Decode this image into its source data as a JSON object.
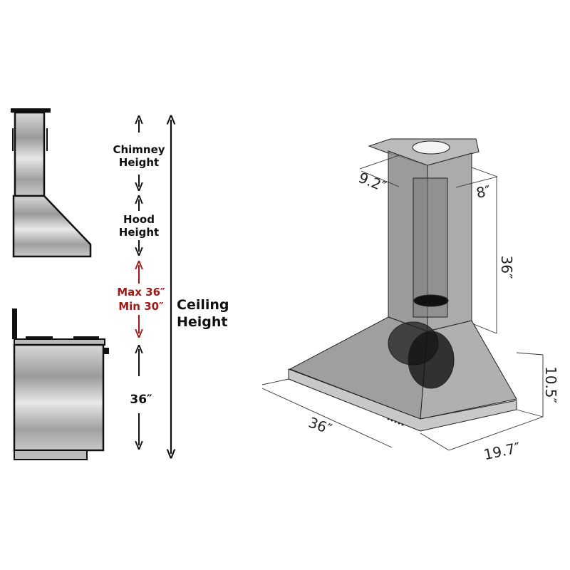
{
  "side_view": {
    "chimney_label": [
      "Chimney",
      "Height"
    ],
    "hood_label": [
      "Hood",
      "Height"
    ],
    "clearance_label": [
      "Max 36″",
      "Min 30″"
    ],
    "counter_height": "36″",
    "ceiling_label": [
      "Ceiling",
      "Height"
    ],
    "clearance_color": "#a01818"
  },
  "iso_view": {
    "duct_width": "9.2″",
    "duct_depth": "8″",
    "chimney_height": "36″",
    "hood_height": "10.5″",
    "hood_width": "36″",
    "hood_depth": "19.7″"
  }
}
